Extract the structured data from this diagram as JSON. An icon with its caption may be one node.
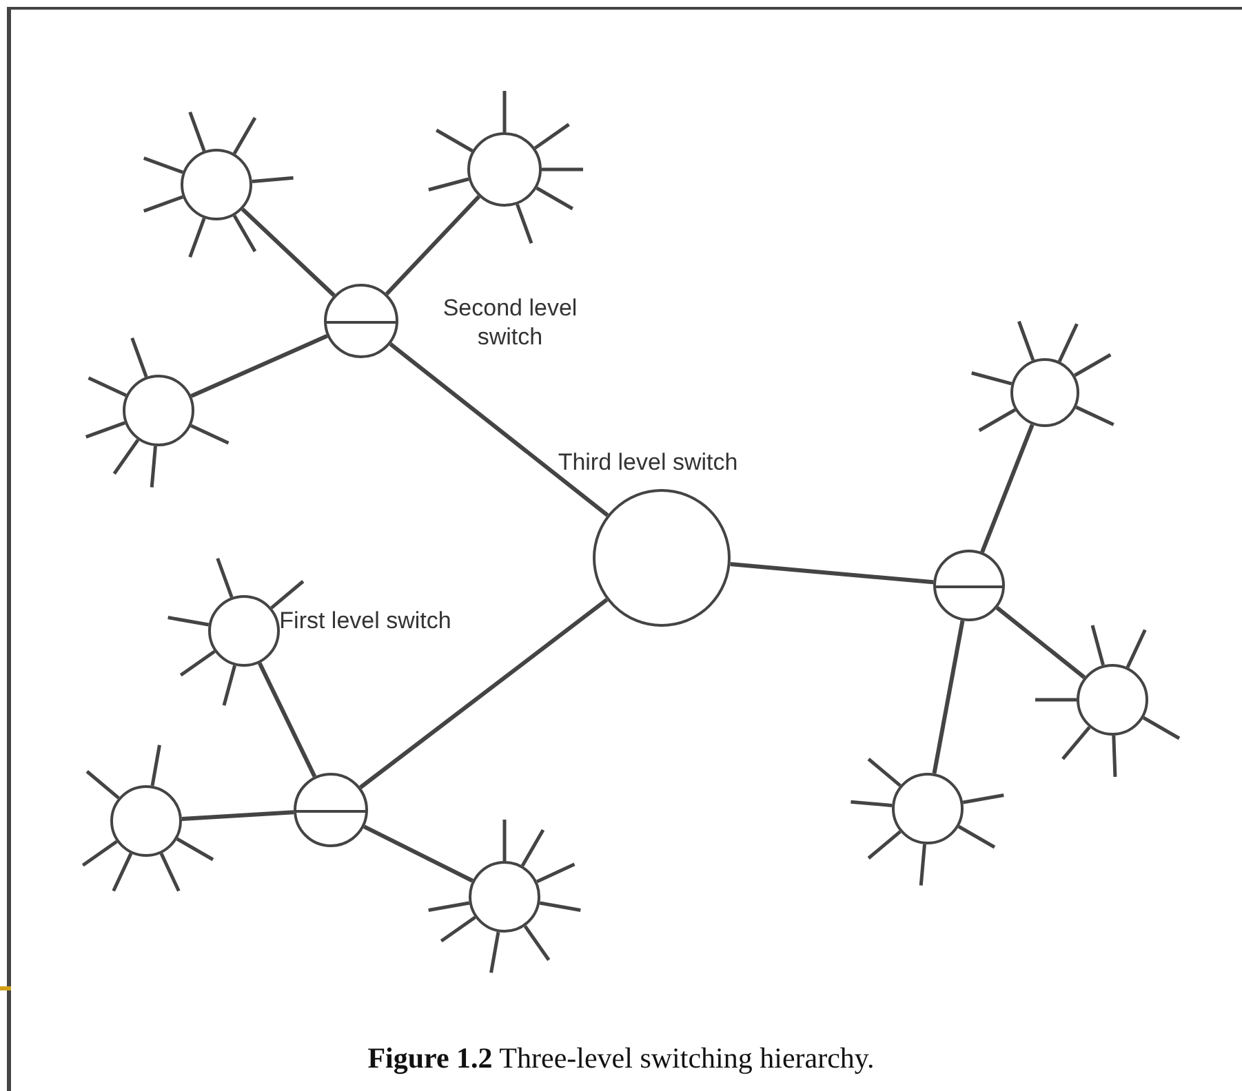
{
  "diagram": {
    "caption": "**Figure 1.2** Three-level switching hierarchy.",
    "nodes": [
      {
        "text": [],
        "shape": "circle"
      },
      {
        "text": [],
        "shape": "circle"
      },
      {
        "text": [],
        "shape": "circle"
      },
      {
        "text": [],
        "shape": "circle"
      },
      {
        "text": [],
        "shape": "circle"
      },
      {
        "text": [],
        "shape": "circle"
      },
      {
        "text": [],
        "shape": "circle"
      },
      {
        "text": [],
        "shape": "circle"
      },
      {
        "text": [],
        "shape": "circle"
      },
      {
        "text": [],
        "shape": "circle"
      },
      {
        "text": [],
        "shape": "circle"
      },
      {
        "text": [],
        "shape": "circle"
      },
      {
        "text": [],
        "shape": "circle"
      }
    ],
    "edges": [
      {
        "from": 0,
        "to": 1,
        "arrow": "none"
      },
      {
        "from": 0,
        "to": 2,
        "arrow": "none"
      },
      {
        "from": 0,
        "to": 3,
        "arrow": "none"
      },
      {
        "from": 1,
        "to": 4,
        "arrow": "none"
      },
      {
        "from": 1,
        "to": 5,
        "arrow": "none"
      },
      {
        "from": 1,
        "to": 6,
        "arrow": "none"
      },
      {
        "from": 2,
        "to": 7,
        "arrow": "none"
      },
      {
        "from": 2,
        "to": 9,
        "arrow": "none"
      },
      {
        "from": 2,
        "to": 12,
        "arrow": "none"
      },
      {
        "from": 3,
        "to": 8,
        "arrow": "none"
      },
      {
        "from": 3,
        "to": 10,
        "arrow": "none"
      },
      {
        "from": 3,
        "to": 11,
        "arrow": "none"
      }
    ],
    "labels": [
      "Second level switch",
      "Third level switch",
      "First level switch"
    ]
  }
}
